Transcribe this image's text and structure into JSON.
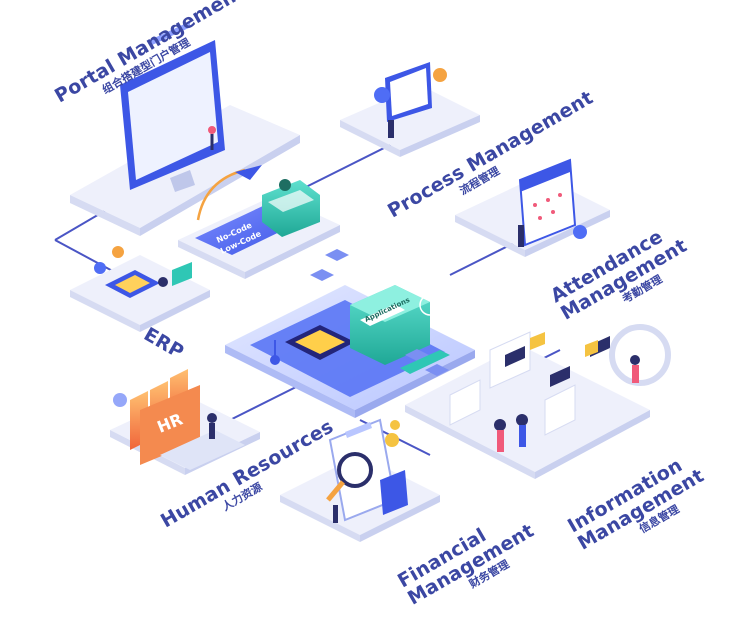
{
  "labels": {
    "portal": {
      "en": "Portal Management",
      "cn": "组合搭建型门户管理"
    },
    "process": {
      "en": "Process Management",
      "cn": "流程管理"
    },
    "attendance": {
      "en1": "Attendance",
      "en2": "Management",
      "cn": "考勤管理"
    },
    "erp": {
      "en": "ERP"
    },
    "hr": {
      "en": "Human Resources",
      "cn": "人力资源"
    },
    "financial": {
      "en1": "Financial",
      "en2": "Management",
      "cn": "财务管理"
    },
    "information": {
      "en1": "Information",
      "en2": "Management",
      "cn": "信息管理"
    }
  },
  "central": {
    "nocode_line1": "No-Code",
    "nocode_line2": "Low-Code",
    "applications": "Applications",
    "hr_sign": "HR"
  },
  "colors": {
    "label": "#3b47a3",
    "platform_top": "#eef0fb",
    "platform_side": "#d6dbf2",
    "accent_blue": "#4f6df5",
    "accent_teal": "#2fc7b5",
    "accent_orange": "#f5a341",
    "line": "#4a55c5"
  }
}
